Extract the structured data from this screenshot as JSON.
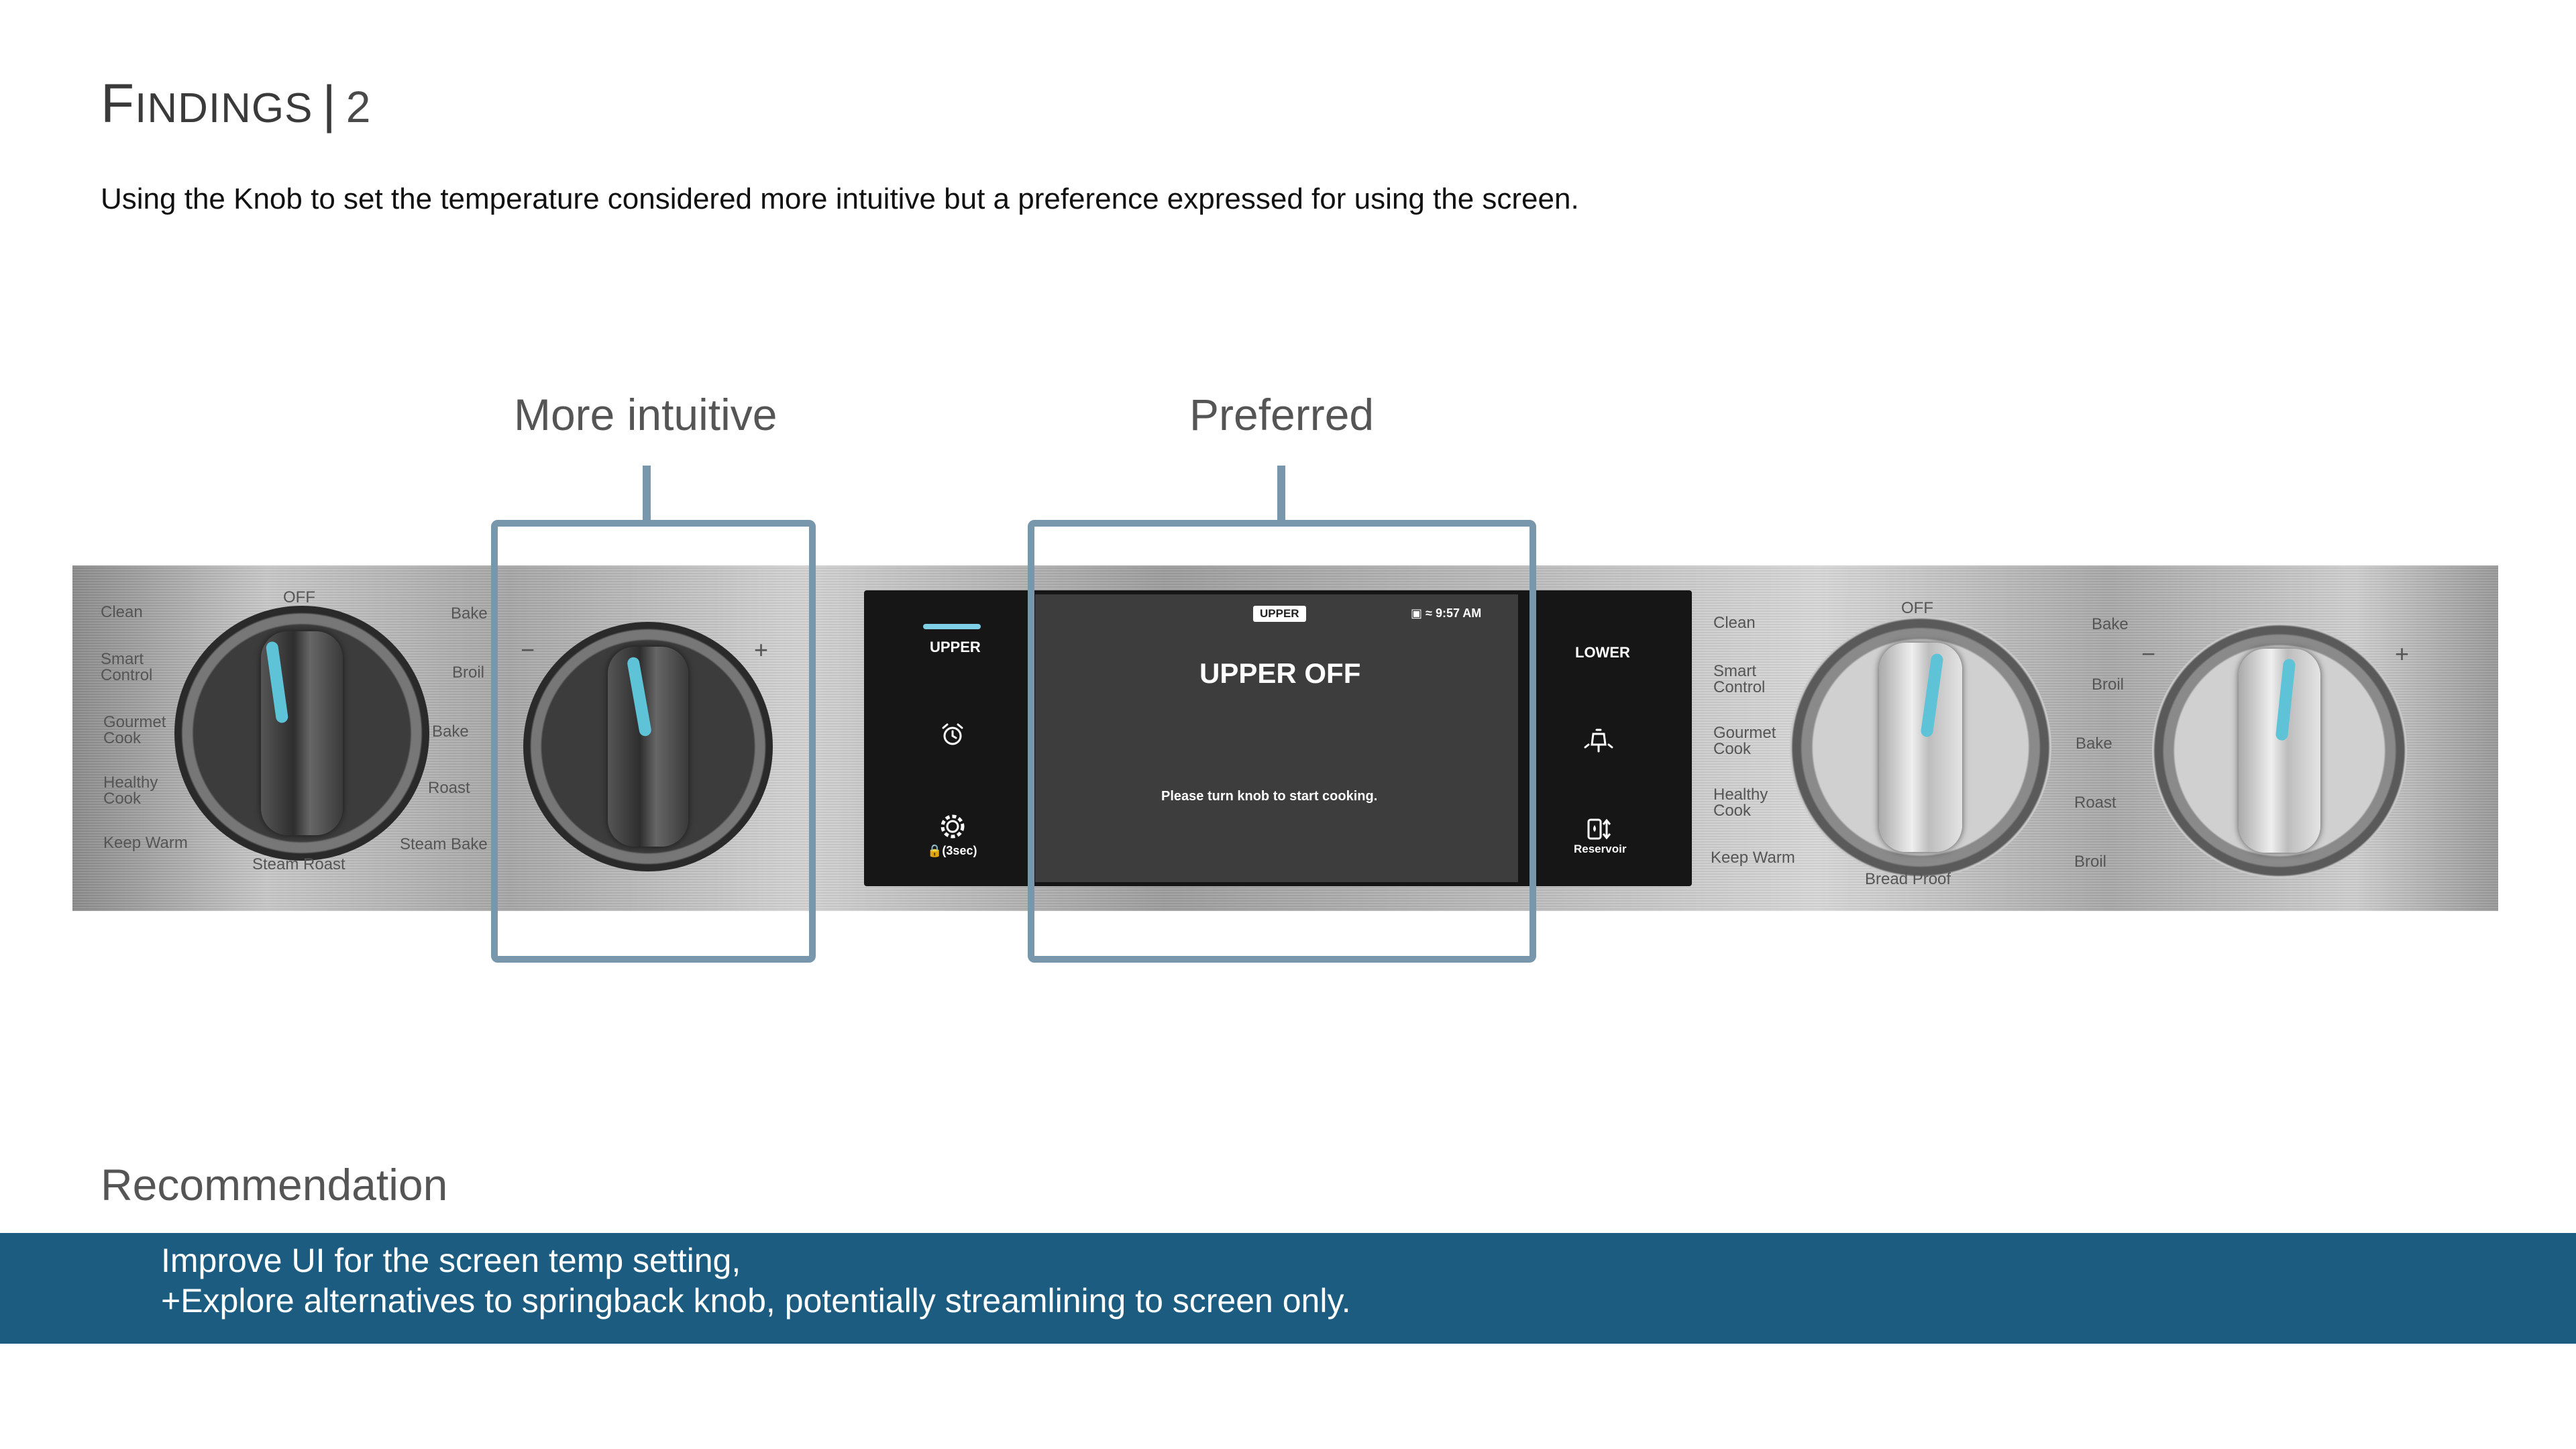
{
  "slide": {
    "title_first": "F",
    "title_rest": "indings",
    "title_sep": "|",
    "title_number": "2",
    "subtitle": "Using the Knob to set the temperature considered more intuitive but a preference expressed for using the screen."
  },
  "callouts": {
    "intuitive_label": "More intuitive",
    "preferred_label": "Preferred",
    "highlight_color": "#7896ac"
  },
  "panel": {
    "left_knob_labels": {
      "clean": "Clean",
      "off": "OFF",
      "bake": "Bake",
      "smart_control": "Smart\nControl",
      "broil": "Broil",
      "gourmet_cook": "Gourmet\nCook",
      "conv_bake": "Bake",
      "healthy_cook": "Healthy\nCook",
      "conv_roast": "Roast",
      "keep_warm": "Keep Warm",
      "steam_bake": "Steam Bake",
      "steam_roast": "Steam Roast"
    },
    "temp_knob_minus": "−",
    "temp_knob_plus": "+",
    "right_knob_labels": {
      "clean": "Clean",
      "off": "OFF",
      "bake": "Bake",
      "smart_control": "Smart\nControl",
      "broil": "Broil",
      "gourmet_cook": "Gourmet\nCook",
      "conv_bake": "Bake",
      "healthy_cook": "Healthy\nCook",
      "conv_roast": "Roast",
      "keep_warm": "Keep Warm",
      "conv_broil": "Broil",
      "bread_proof": "Bread Proof"
    },
    "right_temp_minus": "−",
    "right_temp_plus": "+",
    "indicator_color": "#5fc3d8"
  },
  "screen": {
    "upper_tab": "UPPER",
    "lower_tab": "LOWER",
    "lock_label": "(3sec)",
    "reservoir_label": "Reservoir",
    "upper_badge": "UPPER",
    "time": "9:57 AM",
    "status_text": "UPPER OFF",
    "instruction": "Please turn knob to start cooking.",
    "accent_color": "#7fd0e6"
  },
  "recommendation": {
    "heading": "Recommendation",
    "line1": "Improve UI for the screen temp setting,",
    "line2": "+Explore alternatives to springback knob, potentially streamlining to screen only.",
    "band_color": "#1b5c80"
  }
}
